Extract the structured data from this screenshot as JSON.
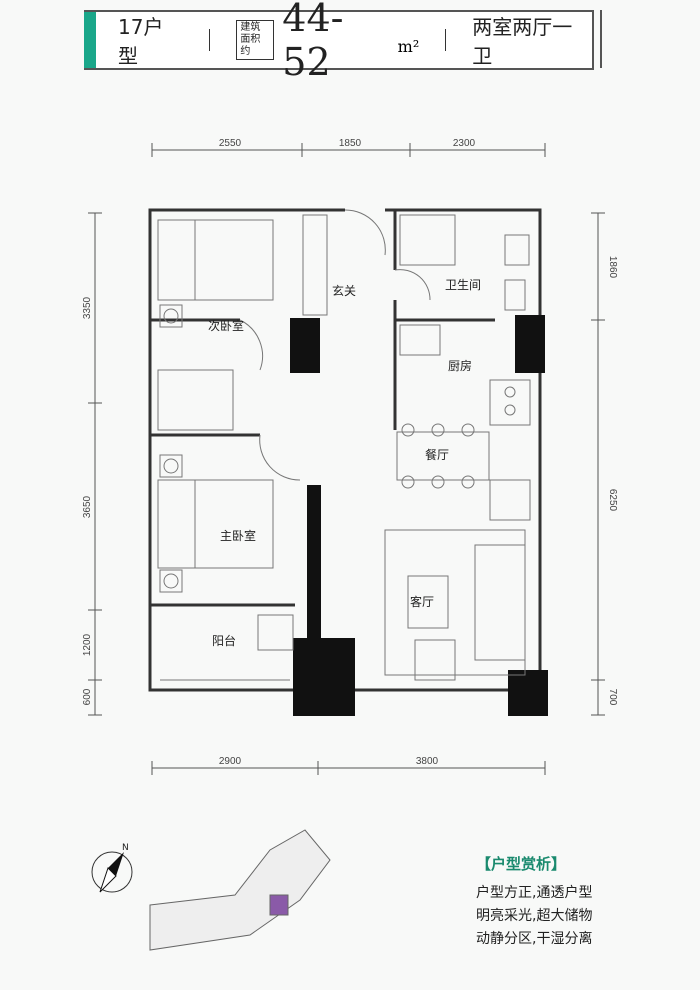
{
  "banner": {
    "unit_name": "17户型",
    "area_label_line1": "建筑",
    "area_label_line2": "面积约",
    "area": "44-52",
    "area_unit": "m²",
    "layout_type": "两室两厅一卫"
  },
  "dimensions": {
    "top": [
      "2550",
      "1850",
      "2300"
    ],
    "bottom": [
      "2900",
      "3800"
    ],
    "left": [
      "3350",
      "3650",
      "1200",
      "600"
    ],
    "right": [
      "1860",
      "6250",
      "700"
    ]
  },
  "rooms": {
    "secondary_bedroom": "次卧室",
    "entrance": "玄关",
    "bathroom": "卫生间",
    "kitchen": "厨房",
    "dining": "餐厅",
    "master_bedroom": "主卧室",
    "living": "客厅",
    "balcony": "阳台"
  },
  "compass": {
    "north": "N"
  },
  "analysis": {
    "title": "【户型赏析】",
    "lines": [
      "户型方正,通透户型",
      "明亮采光,超大储物",
      "动静分区,干湿分离"
    ]
  },
  "colors": {
    "accent": "#1aa78a",
    "wall": "#111111"
  }
}
